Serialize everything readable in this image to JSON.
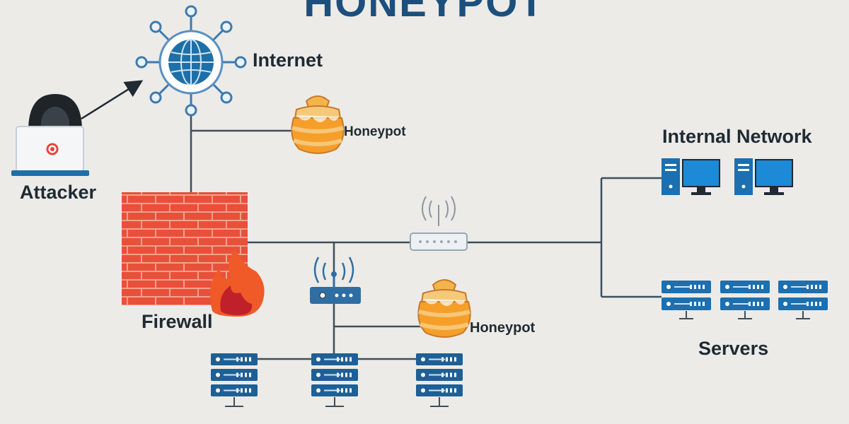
{
  "title": "HONEYPOT",
  "nodes": {
    "internet": "Internet",
    "attacker": "Attacker",
    "honeypot_top": "Honeypot",
    "internal_network": "Internal Network",
    "firewall": "Firewall",
    "honeypot_dmz": "Honeypot",
    "servers": "Servers"
  },
  "colors": {
    "title": "#1c4f7c",
    "line": "#3d4f5d",
    "icon_blue": "#1e6fa8",
    "monitor_blue": "#1c8ad6",
    "brick": "#e8503a",
    "flame": "#f05a28",
    "honey": "#f59f2a",
    "label": "#1f2a33"
  },
  "icons": [
    "globe-icon",
    "hacker-icon",
    "honeypot-icon",
    "firewall-icon",
    "router-icon",
    "workstation-icon",
    "server-rack-icon"
  ]
}
